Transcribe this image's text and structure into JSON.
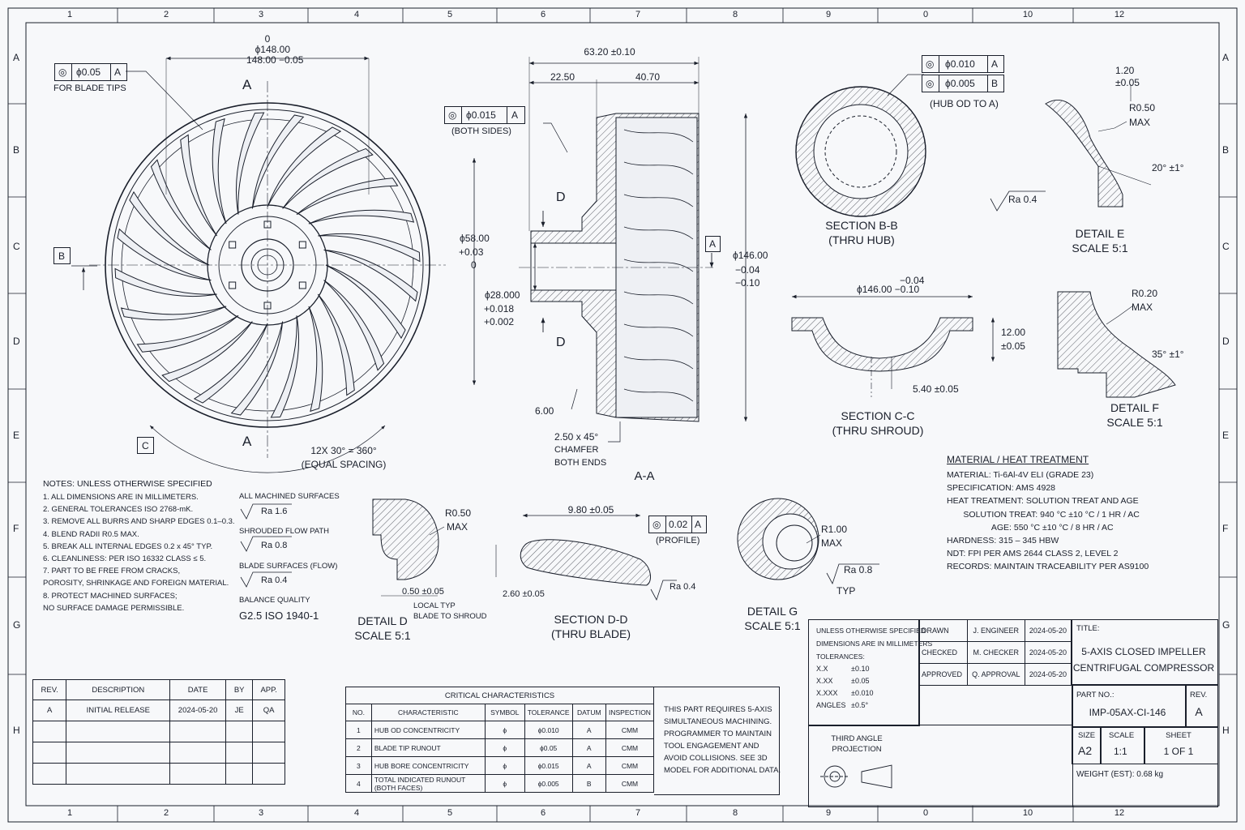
{
  "border": {
    "cols": [
      "1",
      "2",
      "3",
      "4",
      "5",
      "6",
      "7",
      "8",
      "9",
      "0",
      "10",
      "12"
    ],
    "rows": [
      "A",
      "B",
      "C",
      "D",
      "E",
      "F",
      "G",
      "H"
    ]
  },
  "front_view": {
    "dia_label": "ϕ148.00",
    "dia_tol_upper": "0",
    "dia_tol_lower": "148.00 −0.05",
    "fcf_symbol": "◎",
    "fcf_tol": "ϕ0.05",
    "fcf_datum": "A",
    "fcf_note": "FOR BLADE TIPS",
    "section_a_top": "A",
    "section_a_bottom": "A",
    "datum_b": "B",
    "datum_c": "C",
    "spacing_line1": "12X 30° = 360°",
    "spacing_line2": "(EQUAL SPACING)"
  },
  "section_aa": {
    "overall": "63.20 ±0.10",
    "left_len": "22.50",
    "right_len": "40.70",
    "fcf_symbol": "◎",
    "fcf_tol": "ϕ0.015",
    "fcf_datum": "A",
    "fcf_note": "(BOTH SIDES)",
    "d_top": "D",
    "d_bottom": "D",
    "datum_a": "A",
    "bore58": "ϕ58.00",
    "bore58_u": "+0.03",
    "bore58_l": "0",
    "bore28": "ϕ28.000",
    "bore28_u": "+0.018",
    "bore28_l": "+0.002",
    "od146": "ϕ146.00",
    "od146_u": "−0.04",
    "od146_l": "−0.10",
    "len6": "6.00",
    "chamfer1": "2.50 x 45°",
    "chamfer2": "CHAMFER",
    "chamfer3": "BOTH ENDS",
    "title": "A-A"
  },
  "section_bb": {
    "fcf1_symbol": "◎",
    "fcf1_tol": "ϕ0.010",
    "fcf1_datum": "A",
    "fcf2_symbol": "◎",
    "fcf2_tol": "ϕ0.005",
    "fcf2_datum": "B",
    "note": "(HUB OD TO A)",
    "title": "SECTION B-B",
    "subtitle": "(THRU HUB)"
  },
  "detail_e": {
    "dim1": "1.20",
    "dim1_tol": "±0.05",
    "radius": "R0.50",
    "radius_max": "MAX",
    "angle": "20° ±1°",
    "ra": "Ra 0.4",
    "title": "DETAIL E",
    "scale": "SCALE 5:1"
  },
  "section_cc": {
    "dia": "ϕ146.00 −0.10",
    "dia_tol": "−0.04",
    "height": "12.00",
    "height_tol": "±0.05",
    "thick": "5.40 ±0.05",
    "title": "SECTION C-C",
    "subtitle": "(THRU SHROUD)"
  },
  "detail_f": {
    "radius": "R0.20",
    "radius_max": "MAX",
    "angle": "35° ±1°",
    "title": "DETAIL F",
    "scale": "SCALE 5:1"
  },
  "notes": {
    "header": "NOTES: UNLESS OTHERWISE SPECIFIED",
    "items": [
      "1.  ALL DIMENSIONS ARE IN MILLIMETERS.",
      "2.  GENERAL TOLERANCES ISO 2768-mK.",
      "3.  REMOVE ALL BURRS AND SHARP EDGES 0.1–0.3.",
      "4.  BLEND RADII R0.5 MAX.",
      "5.  BREAK ALL INTERNAL EDGES 0.2 x 45° TYP.",
      "6.  CLEANLINESS: PER ISO 16332 CLASS ≤ 5.",
      "7.  PART TO BE FREE FROM CRACKS,",
      "     POROSITY, SHRINKAGE AND FOREIGN MATERIAL.",
      "8.  PROTECT MACHINED SURFACES;",
      "     NO SURFACE DAMAGE PERMISSIBLE."
    ]
  },
  "surface": {
    "s1_label": "ALL MACHINED SURFACES",
    "s1_ra": "Ra 1.6",
    "s2_label": "SHROUDED FLOW PATH",
    "s2_ra": "Ra 0.8",
    "s3_label": "BLADE SURFACES (FLOW)",
    "s3_ra": "Ra 0.4",
    "balance_label": "BALANCE QUALITY",
    "balance": "G2.5 ISO 1940-1"
  },
  "detail_d": {
    "radius": "R0.50",
    "radius_max": "MAX",
    "dim": "0.50 ±0.05",
    "note1": "LOCAL TYP",
    "note2": "BLADE TO SHROUD",
    "title": "DETAIL D",
    "scale": "SCALE 5:1"
  },
  "section_dd": {
    "width": "9.80 ±0.05",
    "fcf_symbol": "◎",
    "fcf_tol": "0.02",
    "fcf_datum": "A",
    "fcf_note": "(PROFILE)",
    "thick": "2.60 ±0.05",
    "ra": "Ra 0.4",
    "title": "SECTION D-D",
    "subtitle": "(THRU BLADE)"
  },
  "detail_g": {
    "radius": "R1.00",
    "radius_max": "MAX",
    "ra": "Ra 0.8",
    "typ": "TYP",
    "title": "DETAIL G",
    "scale": "SCALE 5:1"
  },
  "material": {
    "header": "MATERIAL / HEAT TREATMENT",
    "lines": [
      "MATERIAL: Ti-6Al-4V ELI (GRADE 23)",
      "SPECIFICATION: AMS 4928",
      "HEAT TREATMENT: SOLUTION TREAT AND AGE",
      "       SOLUTION TREAT: 940 °C ±10 °C / 1 HR / AC",
      "                   AGE: 550 °C ±10 °C / 8 HR / AC",
      "HARDNESS: 315 – 345 HBW",
      "NDT: FPI PER AMS 2644 CLASS 2, LEVEL 2",
      "RECORDS: MAINTAIN TRACEABILITY PER AS9100"
    ]
  },
  "revisions": {
    "headers": [
      "REV.",
      "DESCRIPTION",
      "DATE",
      "BY",
      "APP."
    ],
    "rows": [
      [
        "A",
        "INITIAL RELEASE",
        "2024-05-20",
        "JE",
        "QA"
      ],
      [
        "",
        "",
        "",
        "",
        ""
      ],
      [
        "",
        "",
        "",
        "",
        ""
      ],
      [
        "",
        "",
        "",
        "",
        ""
      ]
    ]
  },
  "critical": {
    "title": "CRITICAL CHARACTERISTICS",
    "headers": [
      "NO.",
      "CHARACTERISTIC",
      "SYMBOL",
      "TOLERANCE",
      "DATUM",
      "INSPECTION"
    ],
    "rows": [
      [
        "1",
        "HUB OD CONCENTRICITY",
        "ϕ",
        "ϕ0.010",
        "A",
        "CMM"
      ],
      [
        "2",
        "BLADE TIP RUNOUT",
        "ϕ",
        "ϕ0.05",
        "A",
        "CMM"
      ],
      [
        "3",
        "HUB BORE CONCENTRICITY",
        "ϕ",
        "ϕ0.015",
        "A",
        "CMM"
      ],
      [
        "4",
        "TOTAL INDICATED RUNOUT (BOTH FACES)",
        "ϕ",
        "ϕ0.005",
        "B",
        "CMM"
      ]
    ]
  },
  "machining_note": [
    "THIS PART REQUIRES 5-AXIS",
    "SIMULTANEOUS MACHINING.",
    "PROGRAMMER TO MAINTAIN",
    "TOOL ENGAGEMENT AND",
    "AVOID COLLISIONS. SEE 3D",
    "MODEL FOR ADDITIONAL DATA."
  ],
  "title_block": {
    "tol_l1": "UNLESS OTHERWISE SPECIFIED",
    "tol_l2": "DIMENSIONS ARE IN MILLIMETERS",
    "tol_l3": "TOLERANCES:",
    "tol_rows": [
      [
        "X.X",
        "±0.10"
      ],
      [
        "X.XX",
        "±0.05"
      ],
      [
        "X.XXX",
        "±0.010"
      ],
      [
        "ANGLES",
        "±0.5°"
      ]
    ],
    "approvals": [
      [
        "DRAWN",
        "J. ENGINEER",
        "2024-05-20"
      ],
      [
        "CHECKED",
        "M. CHECKER",
        "2024-05-20"
      ],
      [
        "APPROVED",
        "Q. APPROVAL",
        "2024-05-20"
      ]
    ],
    "projection_l1": "THIRD ANGLE",
    "projection_l2": "PROJECTION",
    "title_label": "TITLE:",
    "title_l1": "5-AXIS CLOSED IMPELLER",
    "title_l2": "CENTRIFUGAL COMPRESSOR",
    "partno_label": "PART NO.:",
    "partno": "IMP-05AX-CI-146",
    "rev_label": "REV.",
    "rev": "A",
    "size_label": "SIZE",
    "size": "A2",
    "scale_label": "SCALE",
    "scale": "1:1",
    "sheet_label": "SHEET",
    "sheet": "1 OF 1",
    "weight": "WEIGHT (EST): 0.68 kg"
  }
}
